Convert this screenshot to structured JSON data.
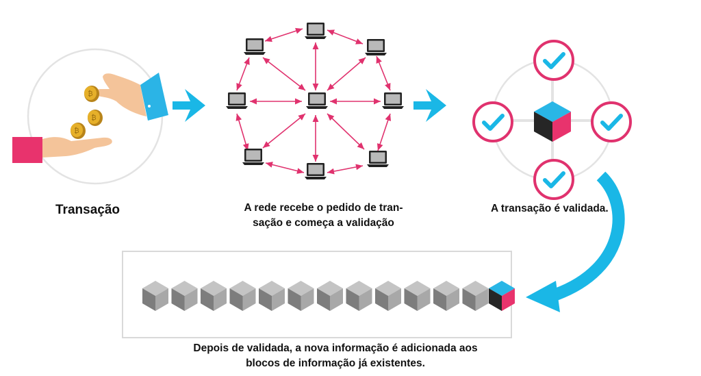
{
  "steps": {
    "transaction": {
      "label": "Transação"
    },
    "network": {
      "label_line1": "A rede recebe o pedido de tran-",
      "label_line2": "sação e começa a validação"
    },
    "validation": {
      "label": "A transação é validada."
    },
    "chain": {
      "label_line1": "Depois de validada, a nova informação é adicionada aos",
      "label_line2": "blocos de informação já existentes."
    }
  },
  "colors": {
    "arrow": "#1ab7e6",
    "network_edge": "#e0326e",
    "check_ring": "#e0326e",
    "check_mark": "#1ab7e6",
    "cube_top": "#29b6e6",
    "cube_right": "#e8336d",
    "cube_left": "#262626",
    "grey_cube": "#9b9b9b",
    "coin": "#d9a21e",
    "sleeve_left": "#e8336d",
    "sleeve_right": "#2bb4e6"
  },
  "icons": {
    "transaction": "hands-with-coins-icon",
    "network": "laptop-icon",
    "validation": "checkmark-icon",
    "block": "cube-icon"
  },
  "chain_blocks": {
    "grey_count": 12,
    "new_block_count": 1
  }
}
